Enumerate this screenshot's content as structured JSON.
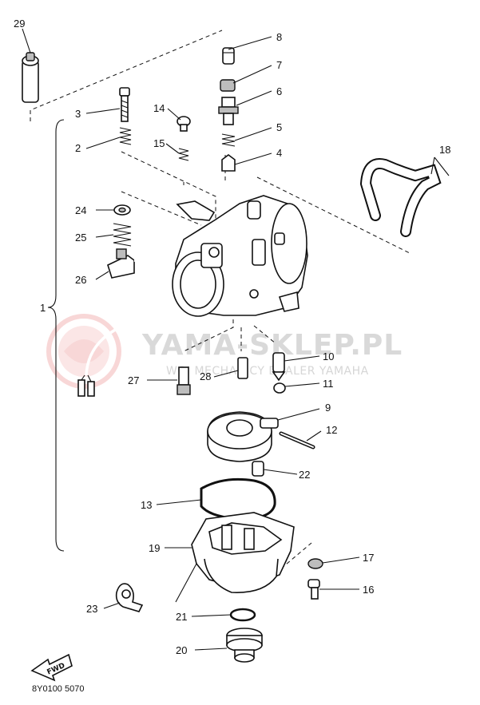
{
  "diagram_code": "8Y0100 5070",
  "watermark": {
    "title": "YAMA-SKLEP.PL",
    "subtitle": "WOJ MECHANICY DEALER YAMAHA"
  },
  "fwd_label": "FWD",
  "callouts": {
    "c1": "1",
    "c2": "2",
    "c3": "3",
    "c4": "4",
    "c5": "5",
    "c6": "6",
    "c7": "7",
    "c8": "8",
    "c9": "9",
    "c10": "10",
    "c11": "11",
    "c12": "12",
    "c13": "13",
    "c14": "14",
    "c15": "15",
    "c16": "16",
    "c17": "17",
    "c18": "18",
    "c19": "19",
    "c20": "20",
    "c21": "21",
    "c22": "22",
    "c23": "23",
    "c24": "24",
    "c25": "25",
    "c26": "26",
    "c27": "27",
    "c28": "28",
    "c29": "29"
  }
}
